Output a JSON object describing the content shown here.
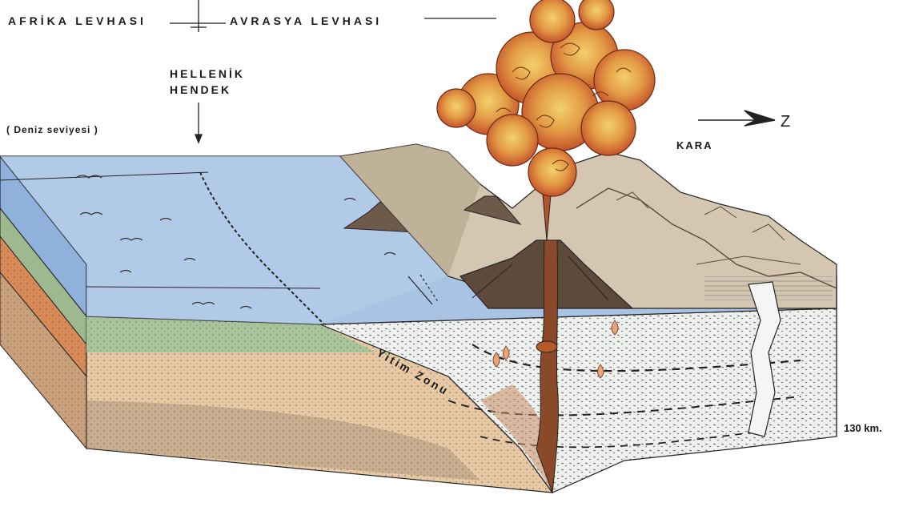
{
  "labels": {
    "africa_plate": "AFRİKA LEVHASI",
    "eurasia_plate": "AVRASYA LEVHASI",
    "trench_line1": "HELLENİK",
    "trench_line2": "HENDEK",
    "sea_level": "( Deniz seviyesi )",
    "north": "Z",
    "land": "KARA",
    "subduction_zone": "Yitim Zonu",
    "depth": "130 km."
  },
  "icons": {
    "north_arrow": "north-arrow-icon",
    "trench_arrow": "down-arrow-icon"
  },
  "colors": {
    "sea": "#a9c3e4",
    "sea_side": "#8fb1db",
    "sediment_green": "#a7c49a",
    "sediment_tan": "#e8c9a4",
    "crust_orange": "#d98a57",
    "mantle_speckle": "#eef1ee",
    "eruption": "#d9552b",
    "magma": "#b4532a"
  }
}
